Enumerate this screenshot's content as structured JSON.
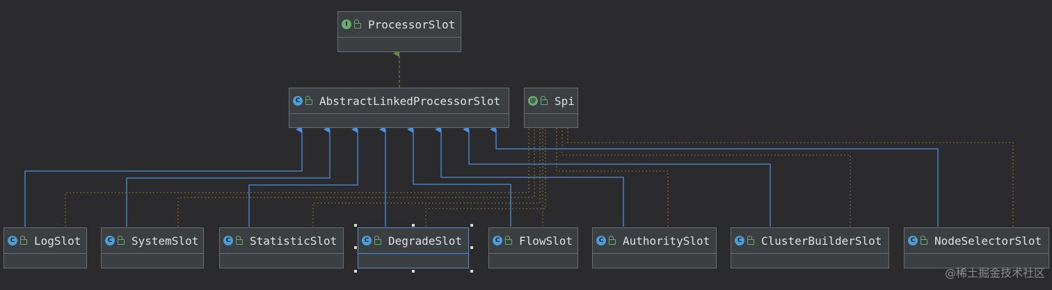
{
  "diagram": {
    "nodes": {
      "processor_slot": {
        "label": "ProcessorSlot",
        "badge": "I",
        "badge_color": "#6aab73"
      },
      "abstract_linked": {
        "label": "AbstractLinkedProcessorSlot",
        "badge": "C",
        "badge_color": "#4a9fd8"
      },
      "spi": {
        "label": "Spi",
        "badge": "@",
        "badge_color": "#6aab73"
      },
      "log_slot": {
        "label": "LogSlot",
        "badge": "C",
        "badge_color": "#4a9fd8"
      },
      "system_slot": {
        "label": "SystemSlot",
        "badge": "C",
        "badge_color": "#4a9fd8"
      },
      "statistic_slot": {
        "label": "StatisticSlot",
        "badge": "C",
        "badge_color": "#4a9fd8"
      },
      "degrade_slot": {
        "label": "DegradeSlot",
        "badge": "C",
        "badge_color": "#4a9fd8"
      },
      "flow_slot": {
        "label": "FlowSlot",
        "badge": "C",
        "badge_color": "#4a9fd8"
      },
      "authority_slot": {
        "label": "AuthoritySlot",
        "badge": "C",
        "badge_color": "#4a9fd8"
      },
      "cluster_builder_slot": {
        "label": "ClusterBuilderSlot",
        "badge": "C",
        "badge_color": "#4a9fd8"
      },
      "node_selector_slot": {
        "label": "NodeSelectorSlot",
        "badge": "C",
        "badge_color": "#4a9fd8"
      }
    },
    "selected": "degrade_slot",
    "colors": {
      "extends_line": "#4b8fe0",
      "implements_line": "#5f8a46",
      "annotation_line": "#8a7a2e"
    }
  },
  "watermark": "@稀土掘金技术社区"
}
